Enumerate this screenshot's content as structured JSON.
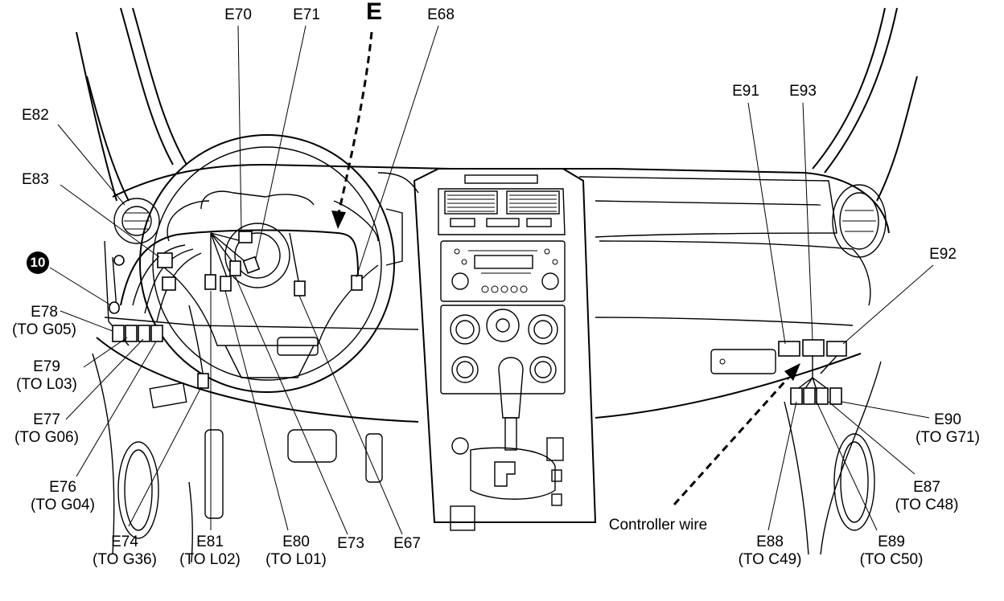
{
  "diagram": {
    "section_letter": "E",
    "callout_number": "10",
    "controller_wire_label": "Controller wire",
    "connectors": {
      "e70": {
        "id": "E70"
      },
      "e71": {
        "id": "E71"
      },
      "e68": {
        "id": "E68"
      },
      "e82": {
        "id": "E82"
      },
      "e83": {
        "id": "E83"
      },
      "e78": {
        "id": "E78",
        "to": "(TO G05)"
      },
      "e79": {
        "id": "E79",
        "to": "(TO L03)"
      },
      "e77": {
        "id": "E77",
        "to": "(TO G06)"
      },
      "e76": {
        "id": "E76",
        "to": "(TO G04)"
      },
      "e74": {
        "id": "E74",
        "to": "(TO G36)"
      },
      "e81": {
        "id": "E81",
        "to": "(TO L02)"
      },
      "e80": {
        "id": "E80",
        "to": "(TO L01)"
      },
      "e73": {
        "id": "E73"
      },
      "e67": {
        "id": "E67"
      },
      "e91": {
        "id": "E91"
      },
      "e93": {
        "id": "E93"
      },
      "e92": {
        "id": "E92"
      },
      "e90": {
        "id": "E90",
        "to": "(TO G71)"
      },
      "e87": {
        "id": "E87",
        "to": "(TO C48)"
      },
      "e88": {
        "id": "E88",
        "to": "(TO C49)"
      },
      "e89": {
        "id": "E89",
        "to": "(TO C50)"
      }
    }
  }
}
